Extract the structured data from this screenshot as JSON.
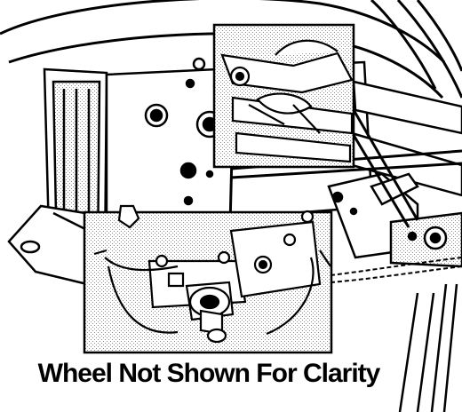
{
  "caption": "Wheel Not Shown For Clarity",
  "colors": {
    "line": "#000000",
    "background": "#ffffff",
    "shade": "#c8c8c8"
  },
  "callouts": [
    {
      "name": "upper-detail-box"
    },
    {
      "name": "lower-detail-box"
    }
  ]
}
